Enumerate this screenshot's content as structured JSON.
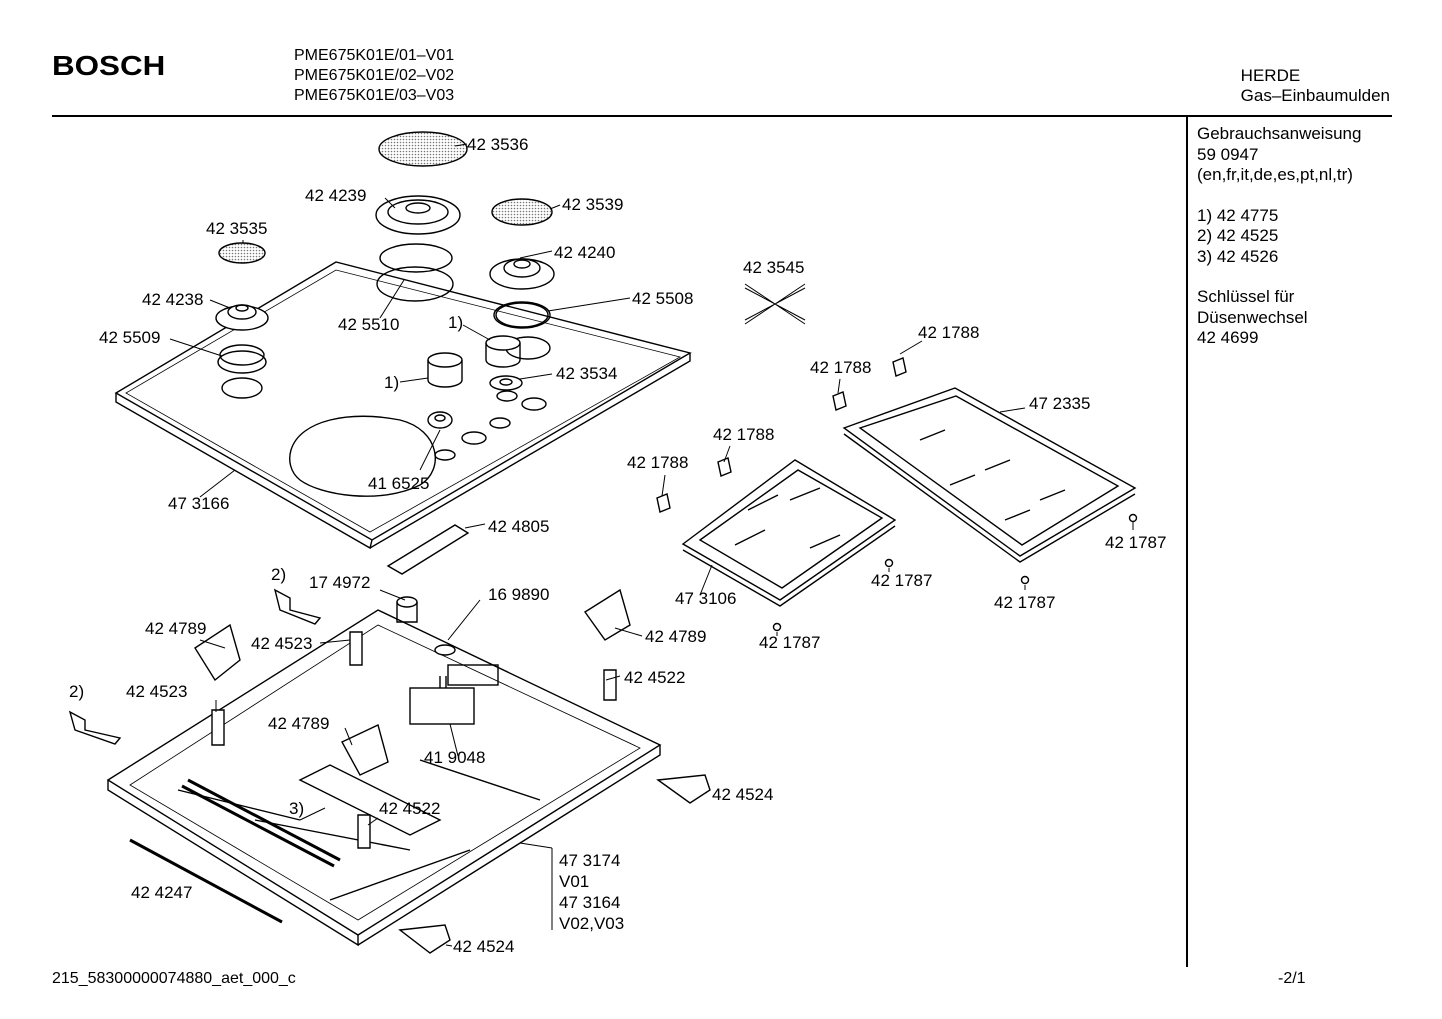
{
  "header": {
    "brand": "BOSCH",
    "models": [
      "PME675K01E/01–V01",
      "PME675K01E/02–V02",
      "PME675K01E/03–V03"
    ],
    "category": "HERDE",
    "subcategory": "Gas–Einbaumulden"
  },
  "sidebar": {
    "manual_label": "Gebrauchsanweisung",
    "manual_number": "59 0947",
    "manual_languages": "(en,fr,it,de,es,pt,nl,tr)",
    "notes": [
      "1)  42 4775",
      "2)  42 4525",
      "3)  42 4526"
    ],
    "key_label_1": "Schlüssel für",
    "key_label_2": "Düsenwechsel",
    "key_number": "42 4699"
  },
  "parts": {
    "p423536": "42 3536",
    "p424239": "42 4239",
    "p423539": "42 3539",
    "p423535": "42 3535",
    "p424240": "42 4240",
    "p424238": "42 4238",
    "p425508": "42 5508",
    "p425510": "42 5510",
    "p425509": "42 5509",
    "note1a": "1)",
    "note1b": "1)",
    "p423534": "42 3534",
    "p423545": "42 3545",
    "p421788a": "42 1788",
    "p421788b": "42 1788",
    "p421788c": "42 1788",
    "p421788d": "42 1788",
    "p472335": "47 2335",
    "p416525": "41 6525",
    "p473166": "47 3166",
    "p424805": "42 4805",
    "p421787a": "42 1787",
    "p421787b": "42 1787",
    "p421787c": "42 1787",
    "p421787d": "42 1787",
    "p473106": "47 3106",
    "note2a": "2)",
    "note2b": "2)",
    "note3": "3)",
    "p174972": "17 4972",
    "p169890": "16 9890",
    "p424789a": "42 4789",
    "p424789b": "42 4789",
    "p424789c": "42 4789",
    "p424523a": "42 4523",
    "p424523b": "42 4523",
    "p424522a": "42 4522",
    "p424522b": "42 4522",
    "p419048": "41 9048",
    "p424524a": "42 4524",
    "p424524b": "42 4524",
    "p473174": "47 3174",
    "v01": "V01",
    "p473164": "47 3164",
    "v0203": "V02,V03",
    "p424247": "42 4247"
  },
  "footer": {
    "doc_id": "215_58300000074880_aet_000_c",
    "page": "-2/1"
  }
}
